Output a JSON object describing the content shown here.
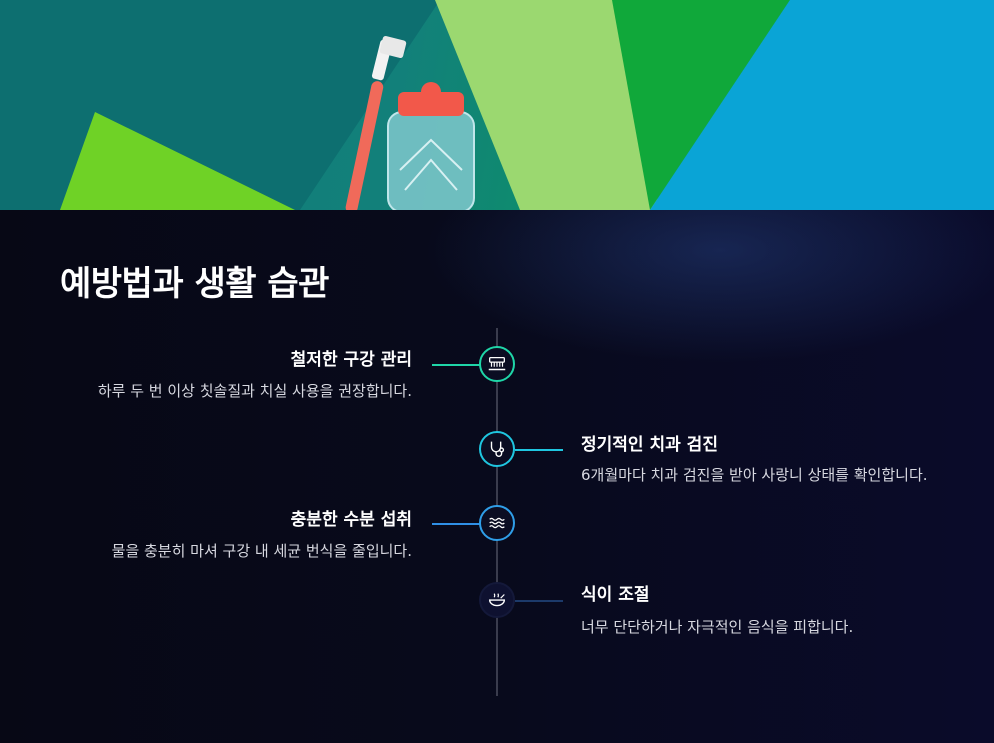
{
  "page": {
    "title": "예방법과 생활 습관"
  },
  "colors": {
    "background": "#07081a",
    "timeline": "#3a3c4d",
    "accent_green": "#1fd6a8",
    "accent_cyan": "#1fc6e0",
    "accent_blue": "#2f8fe6",
    "accent_navy": "#1c3a6a"
  },
  "hero": {
    "image_description_icons": [
      "toothbrush-icon",
      "water-bottle-icon"
    ]
  },
  "timeline": [
    {
      "side": "left",
      "icon": "toothbrush-brushing-icon",
      "title": "철저한 구강 관리",
      "description": "하루 두 번 이상 칫솔질과 치실 사용을 권장합니다."
    },
    {
      "side": "right",
      "icon": "stethoscope-icon",
      "title": "정기적인 치과 검진",
      "description": "6개월마다 치과 검진을 받아 사랑니 상태를 확인합니다."
    },
    {
      "side": "left",
      "icon": "water-waves-icon",
      "title": "충분한 수분 섭취",
      "description": "물을 충분히 마셔 구강 내 세균 번식을 줄입니다."
    },
    {
      "side": "right",
      "icon": "food-bowl-icon",
      "title": "식이 조절",
      "description": "너무 단단하거나 자극적인 음식을 피합니다."
    }
  ]
}
